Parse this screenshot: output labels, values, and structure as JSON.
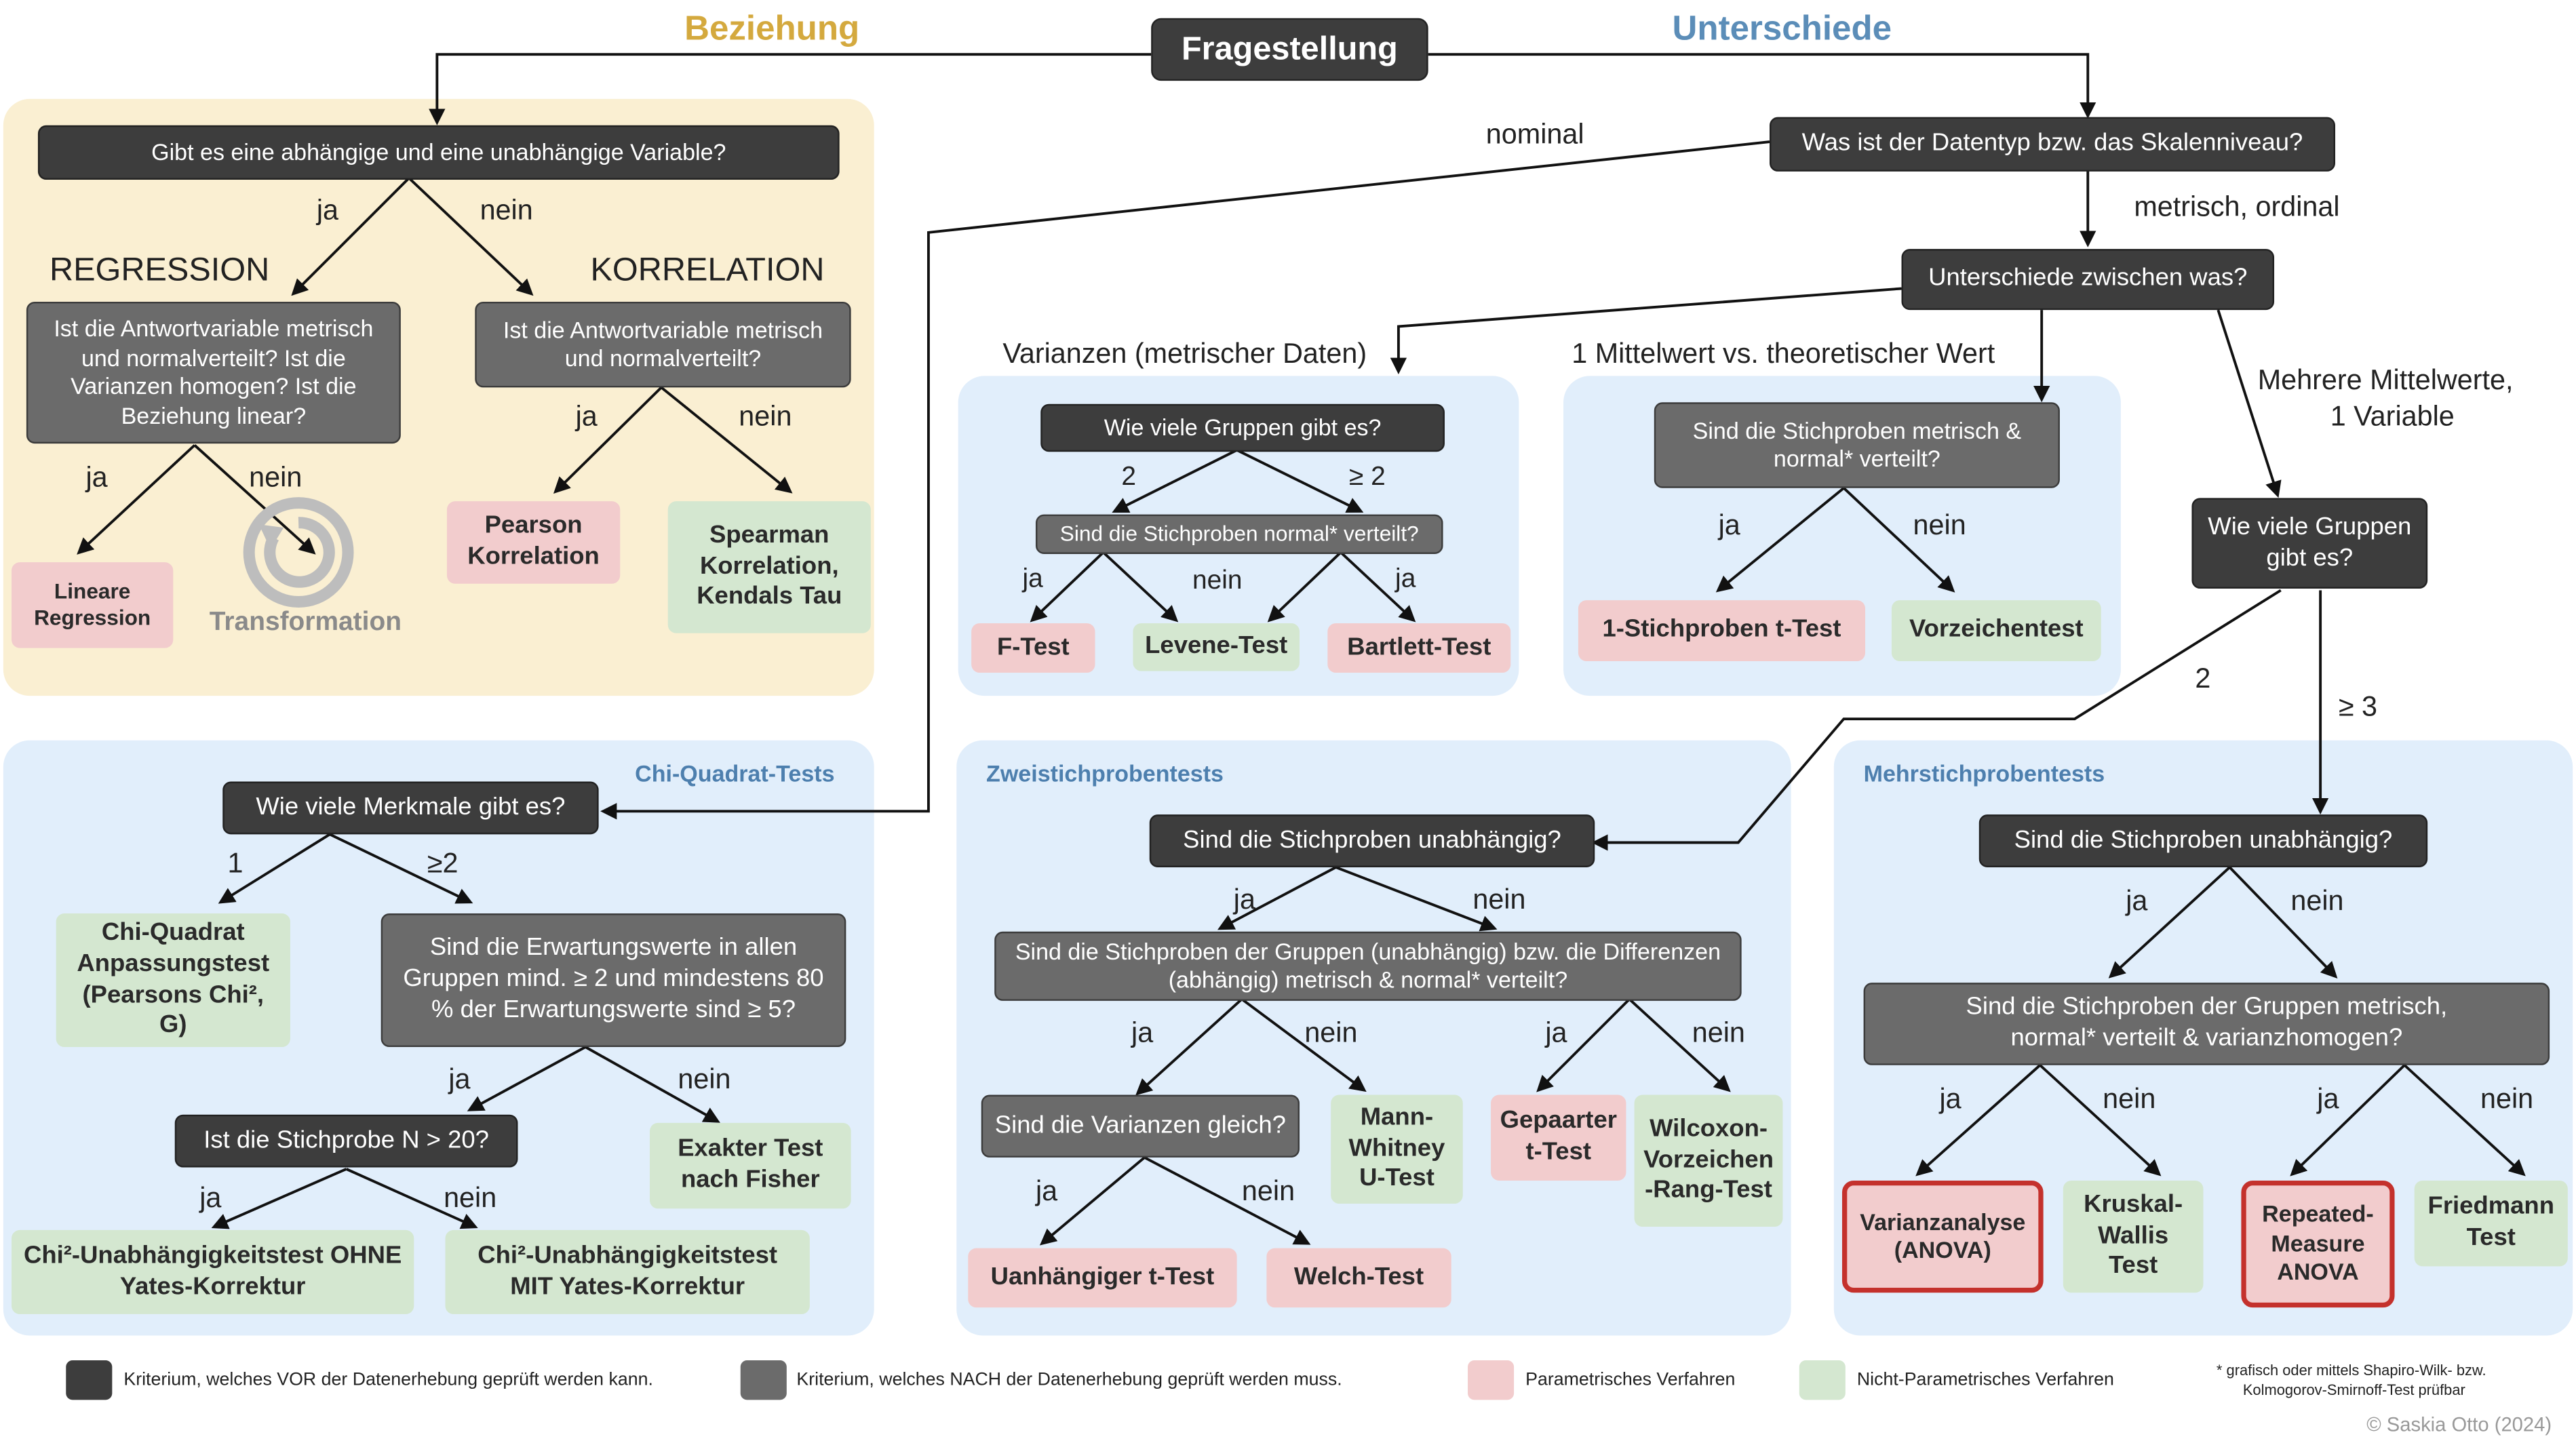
{
  "header": {
    "title": "Fragestellung",
    "left_label": "Beziehung",
    "right_label": "Unterschiede",
    "left_color": "#d4a93e",
    "right_color": "#5b8db8"
  },
  "relation": {
    "q_variables": "Gibt es eine abhängige und eine unabhängige Variable?",
    "ja": "ja",
    "nein": "nein",
    "regression_title": "REGRESSION",
    "korrelation_title": "KORRELATION",
    "q_regression": "Ist die Antwortvariable metrisch und normalverteilt? Ist die Varianzen homogen? Ist die Beziehung linear?",
    "q_korrelation": "Ist die Antwortvariable metrisch und normalverteilt?",
    "reg_ja": "ja",
    "reg_nein": "nein",
    "kor_ja": "ja",
    "kor_nein": "nein",
    "lineare_regression": "Lineare Regression",
    "transformation": "Transformation",
    "pearson": "Pearson Korrelation",
    "spearman": "Spearman Korrelation, Kendals Tau"
  },
  "datatype": {
    "question": "Was ist der Datentyp bzw. das Skalenniveau?",
    "nominal": "nominal",
    "metrisch_ordinal": "metrisch, ordinal",
    "unterschiede": "Unterschiede zwischen was?",
    "varianzen_label": "Varianzen (metrischer Daten)",
    "mittelwert_label": "1 Mittelwert vs. theoretischer Wert",
    "mehrere_label_1": "Mehrere Mittelwerte,",
    "mehrere_label_2": "1 Variable"
  },
  "varianzen": {
    "q_groups": "Wie viele Gruppen gibt es?",
    "two": "2",
    "ge2": "≥ 2",
    "q_normal": "Sind die Stichproben normal* verteilt?",
    "ja1": "ja",
    "nein": "nein",
    "ja2": "ja",
    "ftest": "F-Test",
    "levene": "Levene-Test",
    "bartlett": "Bartlett-Test"
  },
  "mittelwert": {
    "question": "Sind die Stichproben metrisch & normal* verteilt?",
    "ja": "ja",
    "nein": "nein",
    "ttest": "1-Stichproben t-Test",
    "vorzeichen": "Vorzeichentest"
  },
  "mehrere": {
    "q_groups": "Wie viele Gruppen gibt es?",
    "two": "2",
    "ge3": "≥ 3"
  },
  "chi": {
    "title": "Chi-Quadrat-Tests",
    "q_merkmale": "Wie viele Merkmale gibt es?",
    "one": "1",
    "ge2": "≥2",
    "anpassung": "Chi-Quadrat Anpassungstest (Pearsons Chi², G)",
    "q_erwartung": "Sind die Erwartungswerte in allen Gruppen mind. ≥ 2 und mindestens 80 % der Erwartungswerte sind ≥ 5?",
    "ja": "ja",
    "nein": "nein",
    "q_n": "Ist die Stichprobe N > 20?",
    "n_ja": "ja",
    "n_nein": "nein",
    "fisher": "Exakter Test nach Fisher",
    "ohne": "Chi²-Unabhängigkeitstest OHNE Yates-Korrektur",
    "mit": "Chi²-Unabhängigkeitstest MIT Yates-Korrektur"
  },
  "zwei": {
    "title": "Zweistichprobentests",
    "q_unabh": "Sind die Stichproben unabhängig?",
    "ja": "ja",
    "nein": "nein",
    "q_metrisch": "Sind die Stichproben der Gruppen (unabhängig) bzw. die Differenzen (abhängig) metrisch & normal* verteilt?",
    "l_ja": "ja",
    "l_nein": "nein",
    "r_ja": "ja",
    "r_nein": "nein",
    "q_varianzen": "Sind die Varianzen gleich?",
    "mann": "Mann-Whitney U-Test",
    "gepaart": "Gepaarter t-Test",
    "wilcoxon": "Wilcoxon-Vorzeichen -Rang-Test",
    "v_ja": "ja",
    "v_nein": "nein",
    "uanh": "Uanhängiger t-Test",
    "welch": "Welch-Test"
  },
  "mehr": {
    "title": "Mehrstichprobentests",
    "q_unabh": "Sind die Stichproben unabhängig?",
    "ja": "ja",
    "nein": "nein",
    "q_metrisch": "Sind die Stichproben der Gruppen metrisch, normal* verteilt & varianzhomogen?",
    "l_ja": "ja",
    "l_nein": "nein",
    "r_ja": "ja",
    "r_nein": "nein",
    "anova": "Varianzanalyse (ANOVA)",
    "kruskal": "Kruskal-Wallis Test",
    "rm_anova": "Repeated-Measure ANOVA",
    "friedmann": "Friedmann Test"
  },
  "legend": {
    "vor": "Kriterium, welches VOR der Datenerhebung geprüft werden kann.",
    "nach": "Kriterium, welches NACH der Datenerhebung geprüft werden muss.",
    "param": "Parametrisches Verfahren",
    "nonparam": "Nicht-Parametrisches Verfahren",
    "footnote_1": "* grafisch oder mittels Shapiro-Wilk- bzw.",
    "footnote_2": "Kolmogorov-Smirnoff-Test prüfbar"
  },
  "copyright": "© Saskia Otto (2024)",
  "colors": {
    "dark": "#3d3d3d",
    "grey": "#6b6b6b",
    "parametric": "#f2cccd",
    "nonparametric": "#d4e7d0",
    "highlight": "#c4312c"
  }
}
